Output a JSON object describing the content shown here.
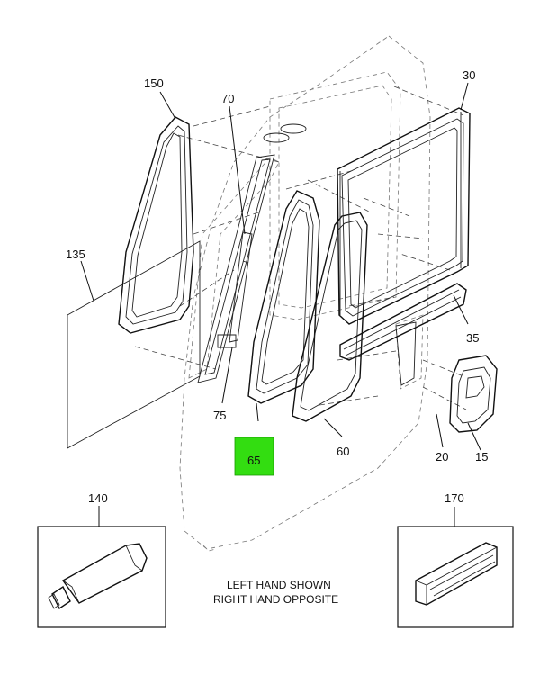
{
  "callouts": {
    "c150": "150",
    "c70": "70",
    "c30": "30",
    "c135": "135",
    "c35": "35",
    "c75": "75",
    "c65": "65",
    "c60": "60",
    "c20": "20",
    "c15": "15",
    "c140": "140",
    "c170": "170"
  },
  "highlight": {
    "label": "65",
    "color": "#33dd11"
  },
  "note": {
    "line1": "LEFT HAND SHOWN",
    "line2": "RIGHT HAND OPPOSITE"
  }
}
